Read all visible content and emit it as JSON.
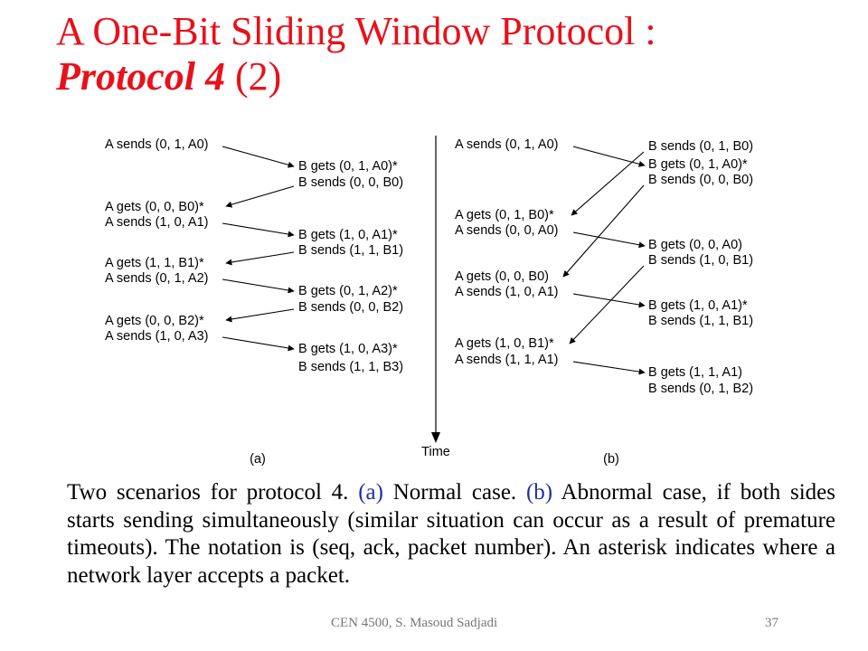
{
  "title": {
    "line1": "A One-Bit Sliding Window Protocol :",
    "emphasis": "Protocol 4",
    "suffix": " (2)"
  },
  "diagram": {
    "a": {
      "label": "(a)",
      "left_labels": [
        "A sends (0, 1, A0)",
        "A gets (0, 0, B0)*",
        "A sends (1, 0, A1)",
        "A gets (1, 1, B1)*",
        "A sends (0, 1, A2)",
        "A gets (0, 0, B2)*",
        "A sends (1, 0, A3)"
      ],
      "right_labels": [
        "B gets (0, 1, A0)*",
        "B sends (0, 0, B0)",
        "B gets (1, 0, A1)*",
        "B sends (1, 1, B1)",
        "B gets (0, 1, A2)*",
        "B sends (0, 0, B2)",
        "B gets (1, 0, A3)*",
        "B sends (1, 1, B3)"
      ]
    },
    "b": {
      "label": "(b)",
      "left_labels": [
        "A sends (0, 1, A0)",
        "A gets (0, 1, B0)*",
        "A sends (0, 0, A0)",
        "A gets (0, 0, B0)",
        "A sends (1, 0, A1)",
        "A gets (1, 0, B1)*",
        "A sends (1, 1, A1)"
      ],
      "right_labels": [
        "B sends (0, 1, B0)",
        "B gets (0, 1, A0)*",
        "B sends (0, 0, B0)",
        "B gets (0, 0, A0)",
        "B sends (1, 0, B1)",
        "B gets (1, 0, A1)*",
        "B sends (1, 1, B1)",
        "B gets (1, 1, A1)",
        "B sends (0, 1, B2)"
      ]
    },
    "time_label": "Time"
  },
  "caption": {
    "part1": "Two scenarios for protocol 4. ",
    "a_ref": "(a)",
    "part2": " Normal case. ",
    "b_ref": "(b)",
    "part3": " Abnormal case, if both sides starts sending simultaneously (similar situation can occur as a result of premature timeouts). The notation is (seq, ack, packet number). An asterisk indicates where a network layer accepts a packet."
  },
  "footer": {
    "course": "CEN 4500, S. Masoud Sadjadi",
    "page": "37"
  },
  "colors": {
    "title": "#e8111b",
    "highlight": "#1f2ea8",
    "footer": "#777777"
  }
}
